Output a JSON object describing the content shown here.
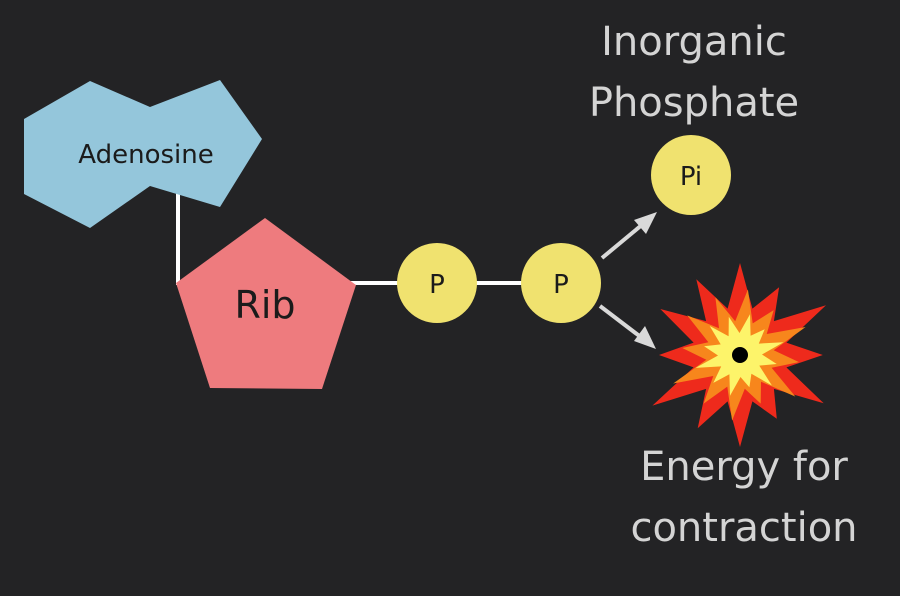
{
  "labels": {
    "adenosine": "Adenosine",
    "ribose": "Rib",
    "phosphate_1": "P",
    "phosphate_2": "P",
    "inorganic_phosphate": "Pi",
    "inorganic_title_line1": "Inorganic",
    "inorganic_title_line2": "Phosphate",
    "energy_line1": "Energy for",
    "energy_line2": "contraction"
  },
  "colors": {
    "background": "#232325",
    "adenosine": "#94c6db",
    "ribose": "#ee7b7e",
    "phosphate": "#f0e26f",
    "bond": "#ffffff",
    "arrow": "#d9d9d9",
    "text_dark": "#1b1b1b",
    "text_light": "#d4d4d4",
    "burst_outer": "#ee2a1c",
    "burst_middle": "#f7861c",
    "burst_inner": "#fdf46a"
  },
  "icons": {
    "energy": "explosion-burst-icon",
    "arrows": "arrow-right-icon"
  }
}
